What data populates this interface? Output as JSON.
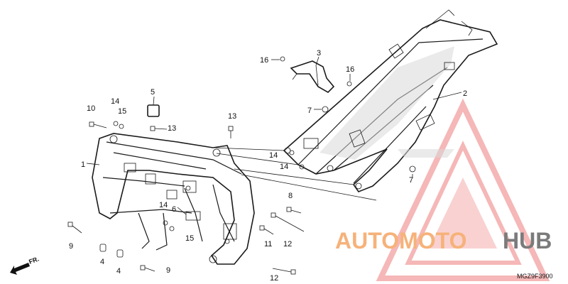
{
  "callouts": [
    {
      "id": "1",
      "label": "1"
    },
    {
      "id": "2",
      "label": "2"
    },
    {
      "id": "3",
      "label": "3"
    },
    {
      "id": "4a",
      "label": "4"
    },
    {
      "id": "4b",
      "label": "4"
    },
    {
      "id": "5",
      "label": "5"
    },
    {
      "id": "6",
      "label": "6"
    },
    {
      "id": "7a",
      "label": "7"
    },
    {
      "id": "7b",
      "label": "7"
    },
    {
      "id": "8",
      "label": "8"
    },
    {
      "id": "9a",
      "label": "9"
    },
    {
      "id": "9b",
      "label": "9"
    },
    {
      "id": "10",
      "label": "10"
    },
    {
      "id": "11",
      "label": "11"
    },
    {
      "id": "12a",
      "label": "12"
    },
    {
      "id": "12b",
      "label": "12"
    },
    {
      "id": "13a",
      "label": "13"
    },
    {
      "id": "13b",
      "label": "13"
    },
    {
      "id": "14a",
      "label": "14"
    },
    {
      "id": "14b",
      "label": "14"
    },
    {
      "id": "14c",
      "label": "14"
    },
    {
      "id": "14d",
      "label": "14"
    },
    {
      "id": "15a",
      "label": "15"
    },
    {
      "id": "15b",
      "label": "15"
    },
    {
      "id": "16a",
      "label": "16"
    },
    {
      "id": "16b",
      "label": "16"
    }
  ],
  "front_marker": "FR.",
  "part_code": "MGZ9F3900",
  "watermark": {
    "part1": "AUTOMOTO",
    "part2": "HUB",
    "color_primary": "#f6b27a",
    "color_secondary": "#7b7b7b",
    "triangle_color": "#f2a0a0"
  }
}
